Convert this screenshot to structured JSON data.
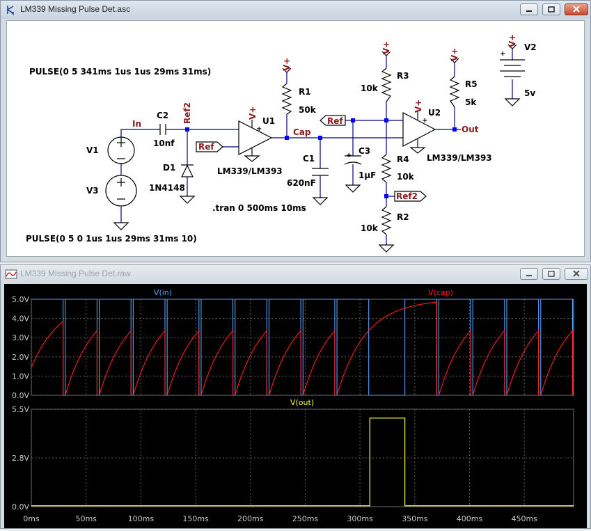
{
  "schematic_window": {
    "title": "LM339 Missing Pulse Det.asc",
    "labels": {
      "pulse1": "PULSE(0 5 341ms 1us 1us 29ms 31ms)",
      "pulse2": "PULSE(0 5 0 1us 1us 29ms 31ms 10)",
      "tran": ".tran 0 500ms 10ms",
      "in": "In",
      "ref2": "Ref2",
      "ref": "Ref",
      "cap": "Cap",
      "out": "Out",
      "vplus": "V+",
      "v1": "V1",
      "v2": "V2",
      "v3": "V3",
      "v2_val": "5v",
      "c1": "C1",
      "c1_val": "620nF",
      "c2": "C2",
      "c2_val": "10nf",
      "c3": "C3",
      "c3_val": "1µF",
      "d1": "D1",
      "d1_val": "1N4148",
      "r1": "R1",
      "r1_val": "50k",
      "r2": "R2",
      "r2_val": "10k",
      "r3": "R3",
      "r3_val": "10k",
      "r4": "R4",
      "r4_val": "10k",
      "r5": "R5",
      "r5_val": "5k",
      "u1": "U1",
      "u2": "U2",
      "u_model": "LM339/LM393",
      "plus": "+"
    }
  },
  "plot_window": {
    "title": "LM339 Missing Pulse Det.raw",
    "top_pane": {
      "traces": [
        {
          "name": "V(in)",
          "color": "#5aa0ff"
        },
        {
          "name": "V(cap)",
          "color": "#ff2020"
        }
      ],
      "y_ticks": [
        "5.0V",
        "4.0V",
        "3.0V",
        "2.0V",
        "1.0V",
        "0.0V"
      ],
      "ylim": [
        0,
        5
      ]
    },
    "bottom_pane": {
      "traces": [
        {
          "name": "V(out)",
          "color": "#ffff40"
        }
      ],
      "y_ticks": [
        "5.5V",
        "2.8V",
        "0.0V"
      ],
      "ylim": [
        0,
        5.5
      ]
    },
    "x_ticks": [
      "0ms",
      "50ms",
      "100ms",
      "150ms",
      "200ms",
      "250ms",
      "300ms",
      "350ms",
      "400ms",
      "450ms"
    ],
    "xlim": [
      0,
      495
    ]
  },
  "chart_data": [
    {
      "type": "line",
      "series": [
        {
          "name": "V(in)",
          "description_points": "pulse 0-5V, period 31ms, width 29ms, 10 cycles then resumes at 341ms"
        },
        {
          "name": "V(cap)"
        }
      ],
      "pulse_low_times_ms": [
        [
          29,
          31
        ],
        [
          60,
          62
        ],
        [
          91,
          93
        ],
        [
          122,
          124
        ],
        [
          153,
          155
        ],
        [
          184,
          186
        ],
        [
          215,
          217
        ],
        [
          246,
          248
        ],
        [
          277,
          279
        ],
        [
          308,
          310
        ],
        [
          370,
          372
        ],
        [
          401,
          403
        ],
        [
          432,
          434
        ],
        [
          463,
          465
        ],
        [
          494,
          496
        ]
      ],
      "xlim": [
        0,
        495
      ],
      "ylim": [
        0,
        5
      ]
    },
    {
      "type": "line",
      "series": [
        {
          "name": "V(out)",
          "x": [
            0,
            309,
            309,
            341,
            341,
            495
          ],
          "y": [
            0.05,
            0.05,
            5.0,
            5.0,
            0.05,
            0.05
          ]
        }
      ],
      "xlim": [
        0,
        495
      ],
      "ylim": [
        0,
        5.5
      ]
    }
  ],
  "colors": {
    "wire": "#000080",
    "component": "#000000",
    "netlabel": "#8b1a1a",
    "grid": "#606060"
  }
}
